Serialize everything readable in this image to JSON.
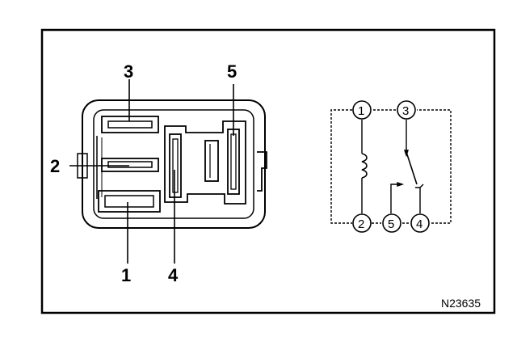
{
  "figure": {
    "code": "N23635"
  },
  "connector": {
    "pins": [
      {
        "number": "1"
      },
      {
        "number": "2"
      },
      {
        "number": "3"
      },
      {
        "number": "4"
      },
      {
        "number": "5"
      }
    ]
  },
  "schematic": {
    "terminals": [
      {
        "number": "1"
      },
      {
        "number": "2"
      },
      {
        "number": "3"
      },
      {
        "number": "4"
      },
      {
        "number": "5"
      }
    ]
  }
}
